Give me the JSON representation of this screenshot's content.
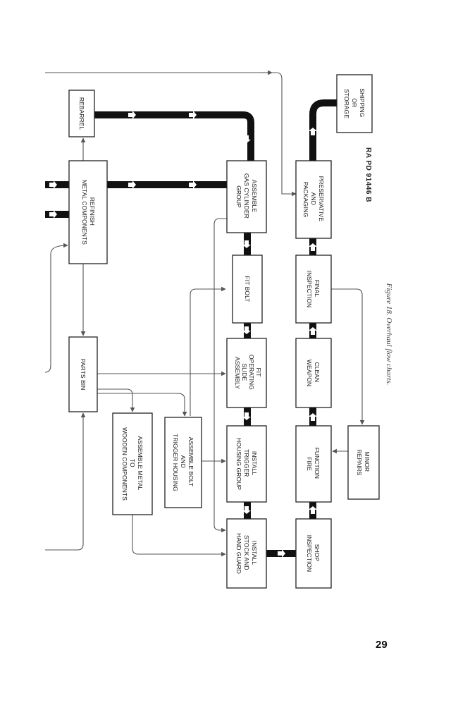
{
  "nodes": {
    "rebarrel": [
      "REBARREL"
    ],
    "refinish": [
      "REFINISH",
      "METAL COMPONENTS"
    ],
    "parts_bin": [
      "PARTS BIN"
    ],
    "assemble_metal": [
      "ASSEMBLE METAL",
      "TO",
      "WOODEN COMPONENTS"
    ],
    "assemble_bolt": [
      "ASSEMBLE BOLT",
      "AND",
      "TRIGGER HOUSING"
    ],
    "install_stock": [
      "INSTALL",
      "STOCK AND",
      "HAND GUARD"
    ],
    "install_trigger": [
      "INSTALL",
      "TRIGGER",
      "HOUSING GROUP"
    ],
    "fit_slide": [
      "FIT",
      "OPERATING",
      "SLIDE",
      "ASSEMBLY"
    ],
    "fit_bolt": [
      "FIT BOLT"
    ],
    "assemble_gas": [
      "ASSEMBLE",
      "GAS CYLINDER",
      "GROUP"
    ],
    "shop_inspection": [
      "SHOP",
      "INSPECTION"
    ],
    "function_fire": [
      "FUNCTION",
      "FIRE"
    ],
    "minor_repairs": [
      "MINOR",
      "REPAIRS"
    ],
    "clean_weapon": [
      "CLEAN",
      "WEAPON"
    ],
    "final_inspection": [
      "FINAL",
      "INSPECTION"
    ],
    "preservative": [
      "PRESERVATIVE",
      "AND",
      "PACKAGING"
    ],
    "shipping": [
      "SHIPPING",
      "OR",
      "STORAGE"
    ]
  },
  "caption": "Figure 18.   Overhaul flow charts.",
  "ref_code": "RA  PD  91446 B",
  "page_number": "29"
}
